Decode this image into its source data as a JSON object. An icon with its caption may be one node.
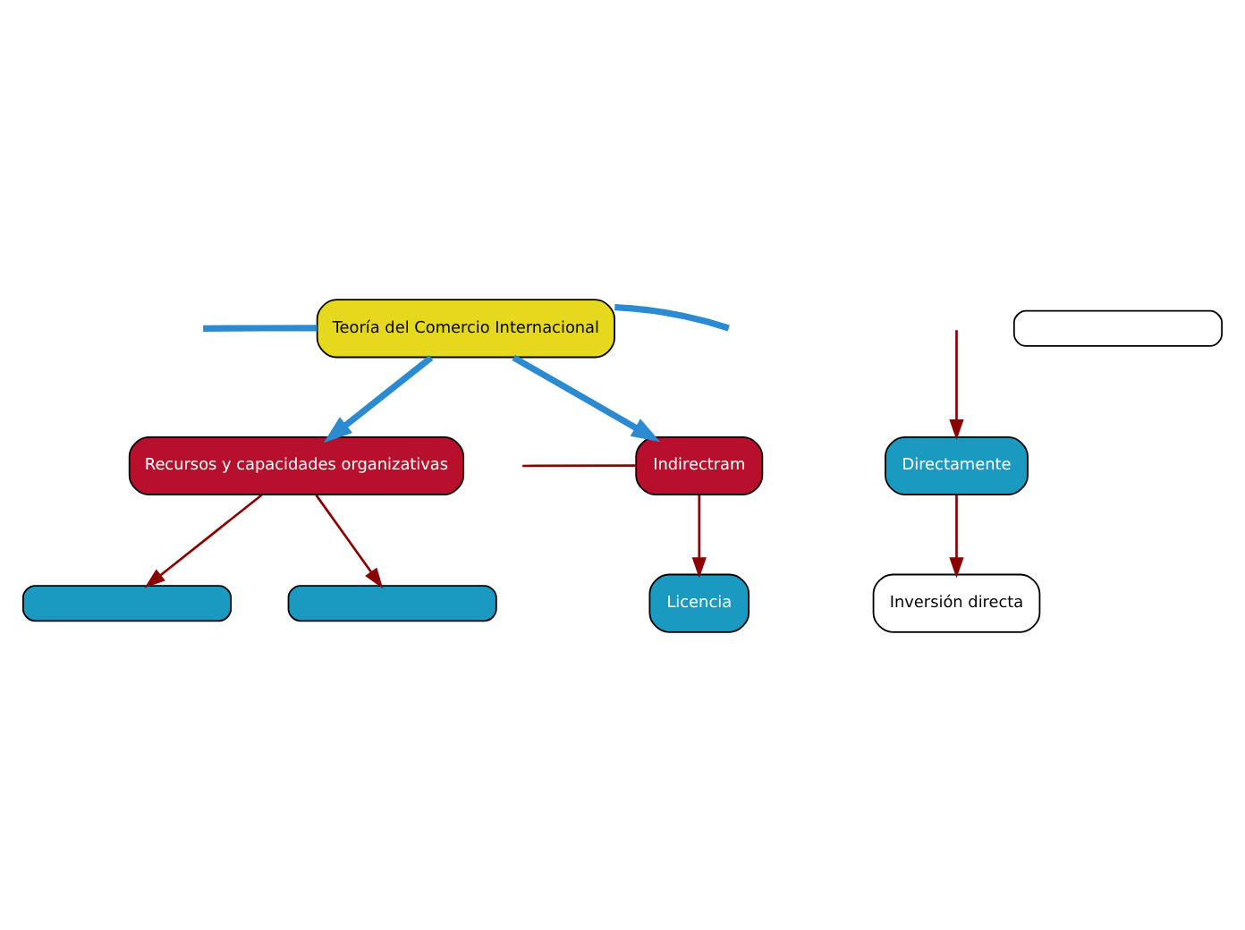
{
  "diagram": {
    "nodes": [
      {
        "text": [
          "Teoría del Comercio Internacional"
        ]
      },
      {
        "text": [
          "Directamente"
        ]
      },
      {
        "text": [
          "Inversión directa"
        ]
      },
      {
        "text": [
          "Recursos y capacidades organizativas"
        ]
      },
      {
        "text": [
          "Indirectram"
        ]
      },
      {
        "text": [
          "Licencia"
        ]
      },
      {
        "text": [],
        "shape": "box"
      },
      {
        "text": [],
        "shape": "box"
      },
      {
        "text": [],
        "shape": "box"
      }
    ],
    "edges": [
      {
        "from": 0,
        "to": null,
        "arrow": "none",
        "style": "thick",
        "color": "#2b8ad0"
      },
      {
        "from": 0,
        "to": 3,
        "arrow": "to",
        "style": "thick",
        "color": "#2b8ad0"
      },
      {
        "from": 0,
        "to": 4,
        "arrow": "to",
        "style": "thick",
        "color": "#2b8ad0"
      },
      {
        "from": 0,
        "to": null,
        "arrow": "none",
        "style": "thick",
        "color": "#2b8ad0"
      },
      {
        "from": null,
        "to": 1,
        "arrow": "to"
      },
      {
        "from": 1,
        "to": 2,
        "arrow": "to"
      },
      {
        "from": 3,
        "to": 7,
        "arrow": "to"
      },
      {
        "from": 3,
        "to": 8,
        "arrow": "to"
      },
      {
        "from": 4,
        "to": 5,
        "arrow": "to"
      },
      {
        "from": 4,
        "to": null,
        "arrow": "none"
      }
    ]
  }
}
